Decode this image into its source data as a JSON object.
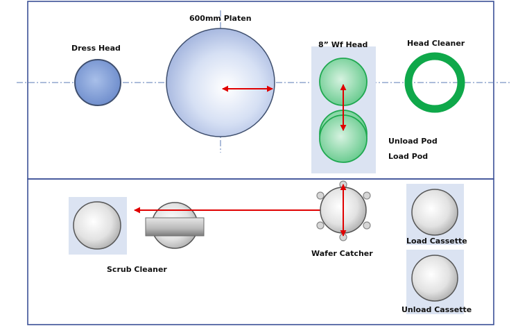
{
  "labels": {
    "platen": "600mm Platen",
    "dress_head": "Dress Head",
    "wf_head": "8” Wf Head",
    "head_cleaner": "Head Cleaner",
    "unload_pod": "Unload Pod",
    "load_pod": "Load Pod",
    "wafer_catcher": "Wafer Catcher",
    "scrub_cleaner": "Scrub Cleaner",
    "load_cassette": "Load Cassette",
    "unload_cassette": "Unload Cassette"
  },
  "colors": {
    "frame": "#3a4f96",
    "arrow": "#e00000",
    "centerline": "#5a78b4",
    "pad": "#dbe3f2",
    "head_cleaner": "#0fa84a",
    "dress_head": "#7f9fd6",
    "wf_head": "#52c97e",
    "platen": "#c4d2ee"
  }
}
